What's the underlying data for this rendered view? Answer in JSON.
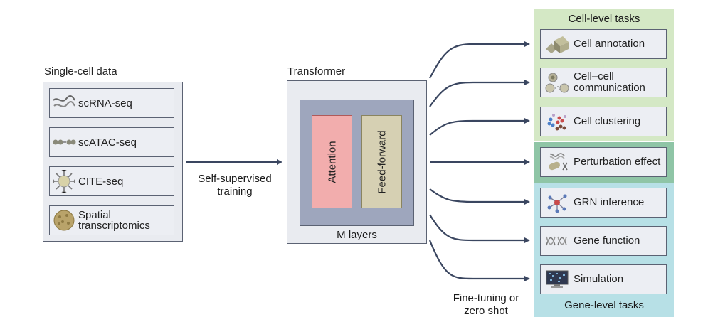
{
  "input": {
    "title": "Single-cell data",
    "items": [
      {
        "label": "scRNA-seq",
        "icon": "rna-strand-icon"
      },
      {
        "label": "scATAC-seq",
        "icon": "chromatin-icon"
      },
      {
        "label": "CITE-seq",
        "icon": "antibody-cell-icon"
      },
      {
        "label": "Spatial transcriptomics",
        "icon": "tissue-icon"
      }
    ]
  },
  "training": {
    "label": "Self-supervised training"
  },
  "transformer": {
    "title": "Transformer",
    "attention": "Attention",
    "feedforward": "Feed-forward",
    "layers": "M layers"
  },
  "finetune": {
    "label": "Fine-tuning or zero shot"
  },
  "cell_tasks": {
    "title": "Cell-level tasks",
    "items": [
      {
        "label": "Cell annotation",
        "icon": "cell-annotation-icon"
      },
      {
        "label": "Cell–cell communication",
        "icon": "cell-communication-icon"
      },
      {
        "label": "Cell clustering",
        "icon": "cell-clustering-icon"
      }
    ]
  },
  "perturbation": {
    "label": "Perturbation effect",
    "icon": "perturbation-icon"
  },
  "gene_tasks": {
    "title": "Gene-level tasks",
    "items": [
      {
        "label": "GRN inference",
        "icon": "grn-network-icon"
      },
      {
        "label": "Gene function",
        "icon": "gene-dna-icon"
      },
      {
        "label": "Simulation",
        "icon": "simulation-monitor-icon"
      }
    ]
  },
  "colors": {
    "arrow": "#3a4660",
    "cell_bg": "#d4e8c5",
    "pert_bg": "#8fc5a6",
    "gene_bg": "#b7e0e6",
    "attention": "#f2adad",
    "feedforward": "#d6d0b3"
  }
}
